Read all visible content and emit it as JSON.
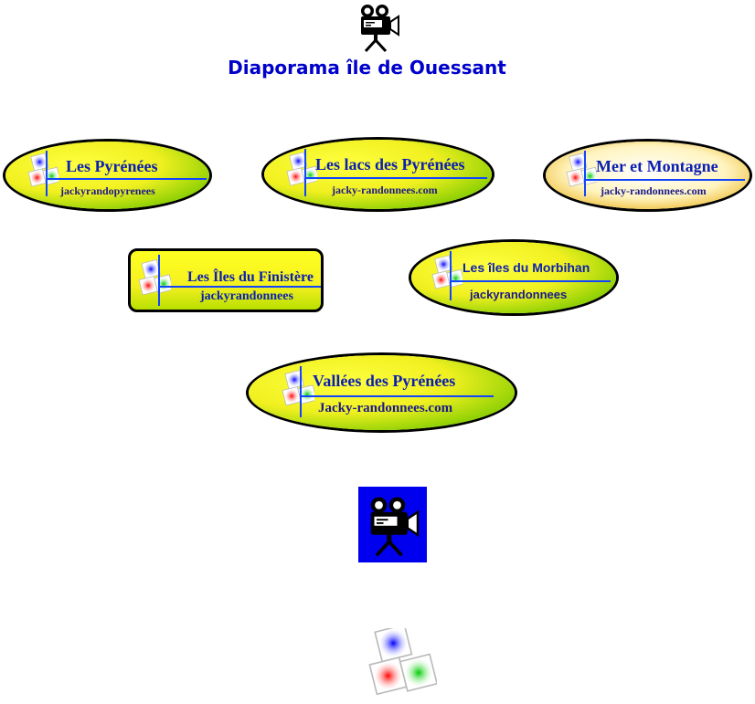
{
  "header": {
    "icon": "movie-camera-icon",
    "title": "Diaporama île de Ouessant"
  },
  "links": [
    {
      "title": "Les Pyrénées",
      "subtitle": "jackyrandopyrenees"
    },
    {
      "title": "Les lacs des Pyrénées",
      "subtitle": "jacky-randonnees.com"
    },
    {
      "title": "Mer et Montagne",
      "subtitle": "jacky-randonnees.com"
    },
    {
      "title": "Les Îles du Finistère",
      "subtitle": "jackyrandonnees"
    },
    {
      "title": "Les îles du Morbihan",
      "subtitle": "jackyrandonnees"
    },
    {
      "title": "Vallées des Pyrénées",
      "subtitle": "Jacky-randonnees.com"
    }
  ],
  "footer": {
    "camera_icon": "movie-camera-icon",
    "logo_icon": "tiles-logo-icon"
  },
  "colors": {
    "title": "#0000cc",
    "badge_yellow": "#ffff22",
    "badge_green": "#8ad400",
    "line_blue": "#1144ff",
    "camera_bg": "#0000ee"
  }
}
